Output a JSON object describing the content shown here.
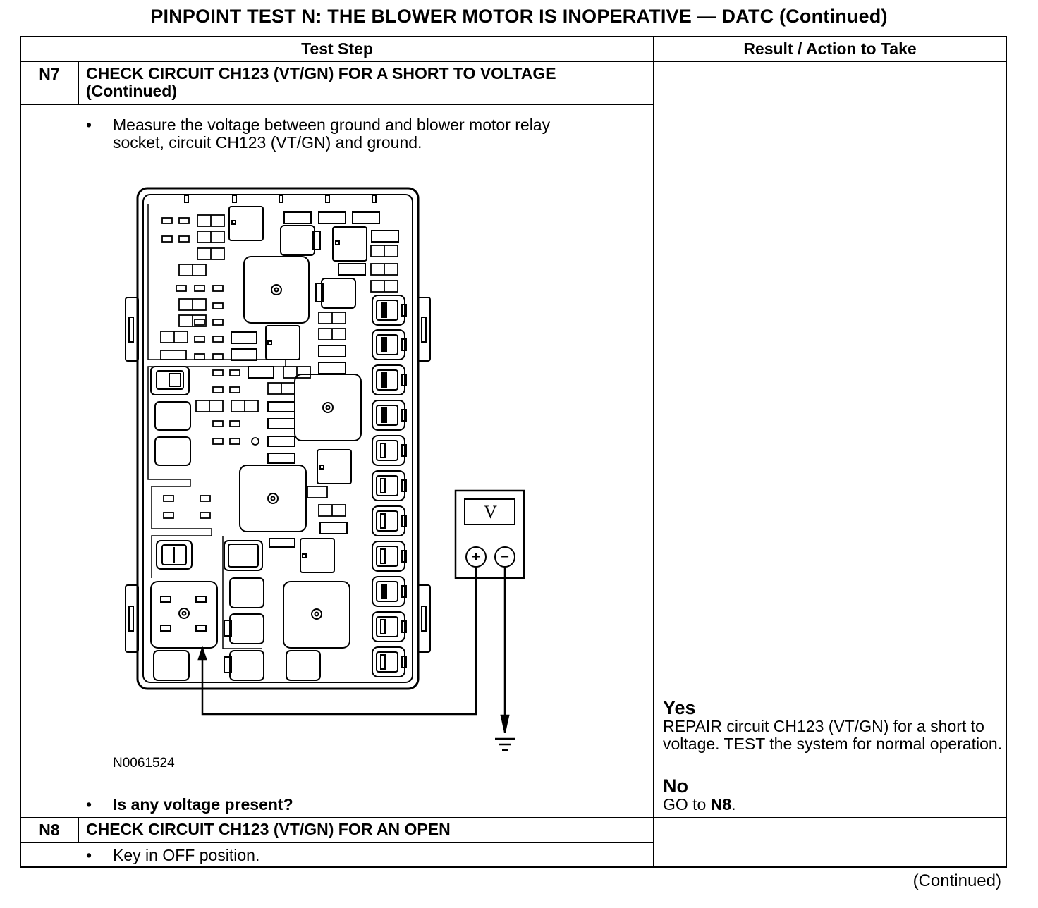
{
  "page": {
    "title": "PINPOINT TEST N: THE BLOWER MOTOR IS INOPERATIVE — DATC (Continued)",
    "continued": "(Continued)"
  },
  "table": {
    "col_step": "Test Step",
    "col_result": "Result / Action to Take"
  },
  "n7": {
    "id": "N7",
    "title": "CHECK CIRCUIT CH123 (VT/GN) FOR A SHORT TO VOLTAGE\n(Continued)",
    "bullet_1": "Measure the voltage between ground and blower motor relay\nsocket, circuit CH123 (VT/GN) and ground.",
    "figure_id": "N0061524",
    "meter_label": "V",
    "meter_pos": "+",
    "meter_neg": "−",
    "bullet_2": "Is any voltage present?",
    "yes_label": "Yes",
    "yes_text": "REPAIR circuit CH123 (VT/GN) for a short to voltage. TEST the system for normal operation.",
    "no_label": "No",
    "no_text_pre": "GO to ",
    "no_text_ref": "N8",
    "no_text_post": "."
  },
  "n8": {
    "id": "N8",
    "title": "CHECK CIRCUIT CH123 (VT/GN) FOR AN OPEN",
    "bullet_1": "Key in OFF position."
  }
}
